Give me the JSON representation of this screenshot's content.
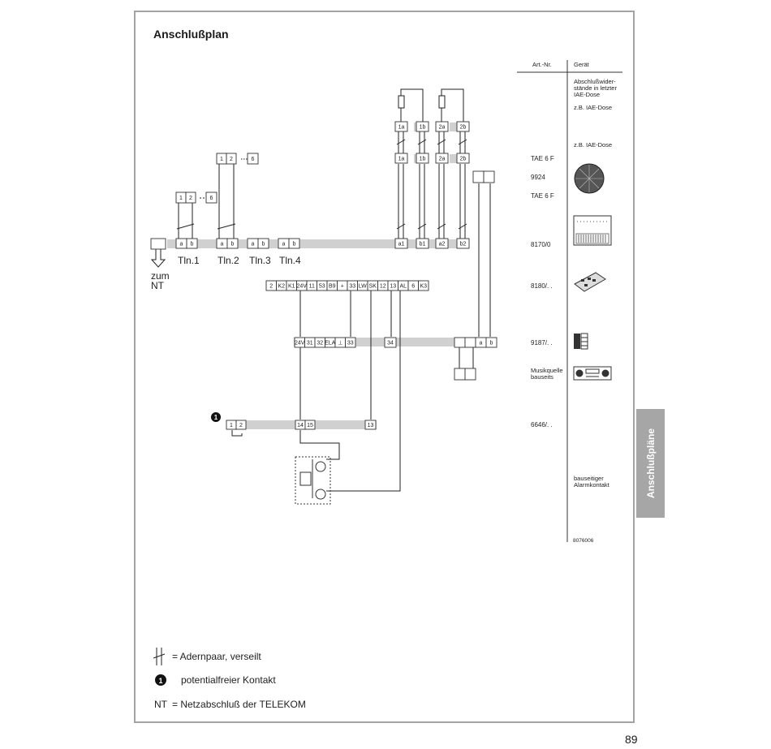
{
  "page": {
    "title": "Anschlußplan",
    "side_tab": "Anschlußpläne",
    "page_number": "89",
    "doc_number": "8076006"
  },
  "table": {
    "col_art": "Art.-Nr.",
    "col_device": "Gerät",
    "rows": [
      {
        "art": "",
        "device": "Abschlußwider-"
      },
      {
        "art": "",
        "device": "stände in letzter"
      },
      {
        "art": "",
        "device": "IAE-Dose"
      },
      {
        "art": "",
        "device": "z.B. IAE-Dose"
      },
      {
        "art": "",
        "device": "z.B. IAE-Dose"
      },
      {
        "art": "TAE 6 F",
        "device": ""
      },
      {
        "art": "9924",
        "device": ""
      },
      {
        "art": "TAE 6 F",
        "device": ""
      },
      {
        "art": "8170/0",
        "device": ""
      },
      {
        "art": "8180/. .",
        "device": ""
      },
      {
        "art": "9187/. .",
        "device": ""
      },
      {
        "art": "Musikquelle",
        "device": ""
      },
      {
        "art": "bauseits",
        "device": ""
      },
      {
        "art": "6646/. .",
        "device": ""
      },
      {
        "art": "",
        "device": "bauseitiger"
      },
      {
        "art": "",
        "device": "Alarmkontakt"
      }
    ]
  },
  "diagram": {
    "zum": "zum",
    "nt": "NT",
    "tln": [
      "Tln.1",
      "Tln.2",
      "Tln.3",
      "Tln.4"
    ],
    "sub_ab": [
      "a",
      "b"
    ],
    "terminal_row": [
      "2",
      "K2",
      "K1",
      "24V",
      "11",
      "53",
      "B9",
      "+",
      "33",
      "LW",
      "SK",
      "12",
      "13",
      "AL",
      "6",
      "K3"
    ],
    "mid_row": [
      "24V",
      "31",
      "32",
      "ELA",
      "⊥",
      "33"
    ],
    "mid_34": "34",
    "bottom_row": [
      "1",
      "2"
    ],
    "bottom_1415": [
      "14",
      "15"
    ],
    "bottom_13": "13",
    "marker": "1",
    "tae_small": [
      "1",
      "2",
      "6"
    ],
    "line_labels": [
      "a1",
      "b1",
      "a2",
      "b2"
    ],
    "dose_labels": [
      "1a",
      "1b",
      "2a",
      "2b"
    ]
  },
  "legend": {
    "twisted": "= Adernpaar, verseilt",
    "contact_marker": "1",
    "contact": "potentialfreier Kontakt",
    "nt_label": "NT",
    "nt_text": "= Netzabschluß der TELEKOM"
  }
}
